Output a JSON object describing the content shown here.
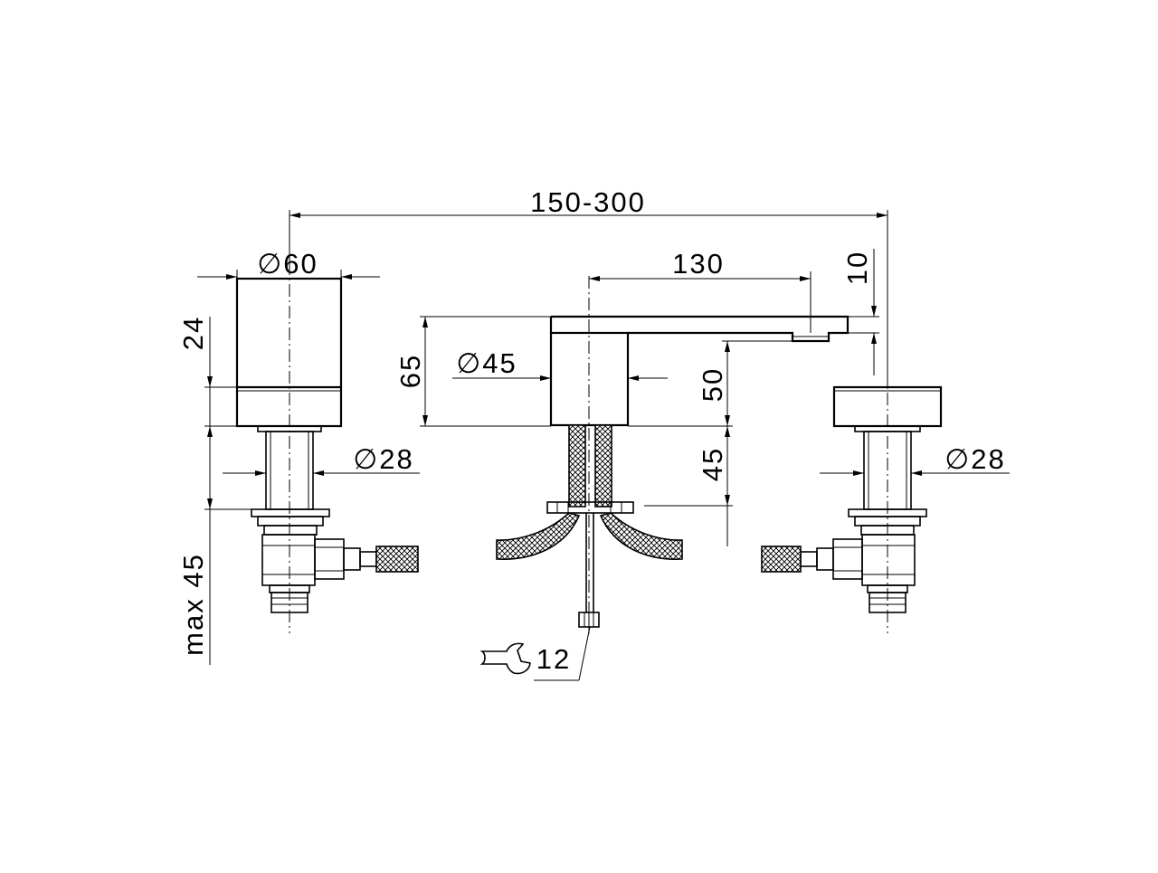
{
  "dimensions": {
    "spacing": "150-300",
    "handle_diameter": "∅60",
    "spout_reach": "130",
    "spout_thickness": "10",
    "handle_height": "24",
    "body_height": "65",
    "body_diameter": "∅45",
    "spout_clearance": "50",
    "valve_diameter_left": "∅28",
    "valve_diameter_right": "∅28",
    "shank_length": "45",
    "max_deck_thickness": "max 45",
    "wrench_size": "12"
  }
}
